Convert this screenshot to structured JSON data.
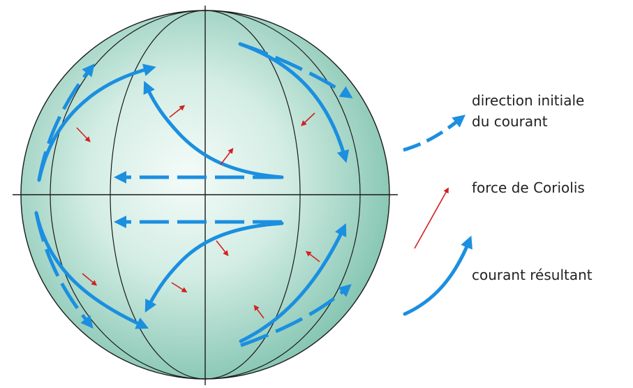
{
  "legend": {
    "initial_direction_line1": "direction initiale",
    "initial_direction_line2": "du courant",
    "coriolis_force": "force de Coriolis",
    "resulting_current": "courant résultant"
  },
  "colors": {
    "globe_center": "#f4fbf8",
    "globe_mid": "#b9e0d4",
    "globe_edge": "#7fc2ae",
    "grid_lines": "#1a1a1a",
    "current_arrows": "#1b8fe0",
    "coriolis_arrows": "#d32020"
  }
}
